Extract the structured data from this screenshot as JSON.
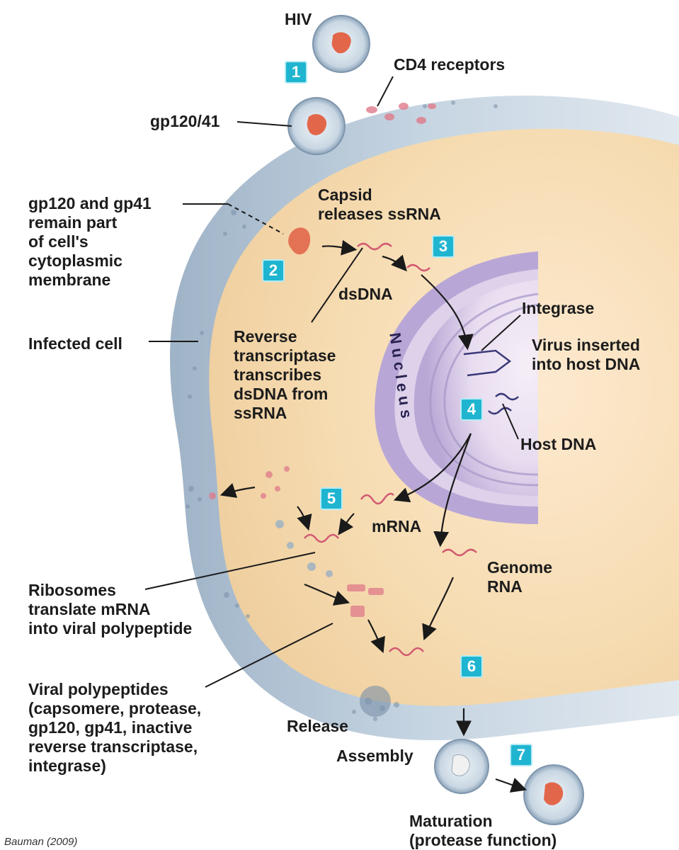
{
  "labels": {
    "hiv": "HIV",
    "cd4_receptors": "CD4 receptors",
    "gp120_41": "gp120/41",
    "gp120_gp41_remain": "gp120 and gp41\nremain part\nof cell's\ncytoplasmic\nmembrane",
    "capsid": "Capsid\nreleases ssRNA",
    "dsdna": "dsDNA",
    "integrase": "Integrase",
    "virus_inserted": "Virus inserted\ninto host DNA",
    "infected_cell": "Infected cell",
    "reverse_transcriptase": "Reverse\ntranscriptase\ntranscribes\ndsDNA from\nssRNA",
    "nucleus": "Nucleus",
    "host_dna": "Host DNA",
    "mrna": "mRNA",
    "genome_rna": "Genome\nRNA",
    "ribosomes": "Ribosomes\ntranslate mRNA\ninto viral polypeptide",
    "viral_polypeptides": "Viral polypeptides\n(capsomere, protease,\ngp120, gp41, inactive\nreverse transcriptase,\nintegrase)",
    "release": "Release",
    "assembly": "Assembly",
    "maturation": "Maturation\n(protease function)"
  },
  "steps": [
    "1",
    "2",
    "3",
    "4",
    "5",
    "6",
    "7"
  ],
  "credit": "Bauman (2009)",
  "colors": {
    "step_badge": "#1fb5d0",
    "cytoplasm": "#f3d9ad",
    "membrane": "#b9cad9",
    "nucleus": "#d4c6e6",
    "virus": "#e2674a"
  }
}
